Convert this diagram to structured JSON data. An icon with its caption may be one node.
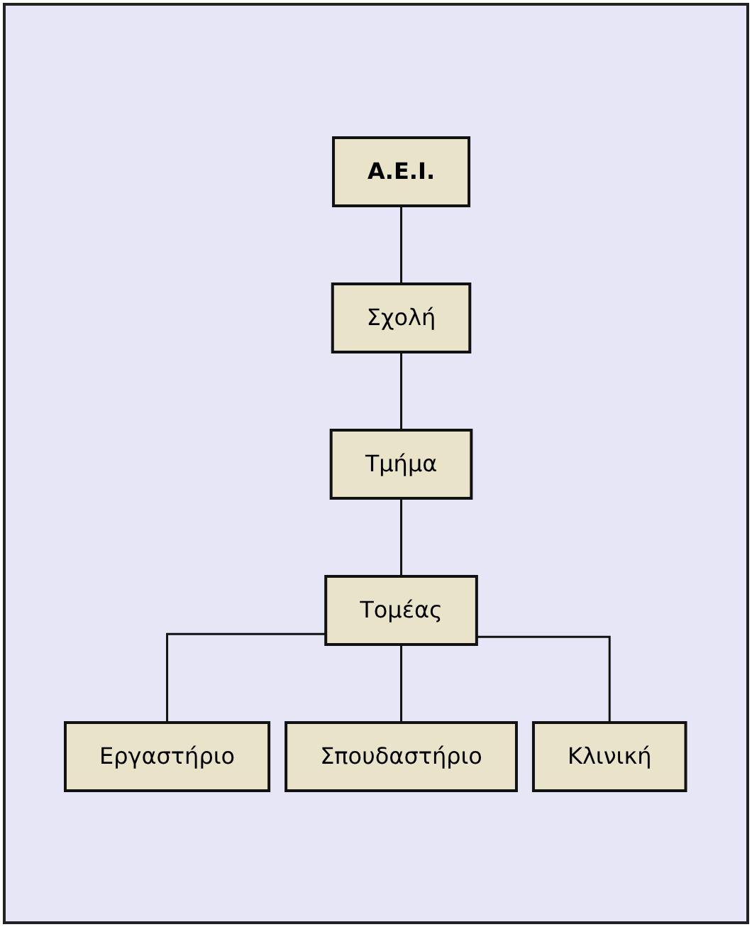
{
  "diagram": {
    "nodes": [
      {
        "text": [
          "Α.Ε.Ι."
        ]
      },
      {
        "text": [
          "Σχολή"
        ]
      },
      {
        "text": [
          "Τμήμα"
        ]
      },
      {
        "text": [
          "Τομέας"
        ]
      },
      {
        "text": [
          "Εργαστήριο"
        ]
      },
      {
        "text": [
          "Σπουδαστήριο"
        ]
      },
      {
        "text": [
          "Κλινική"
        ]
      }
    ],
    "edges": [
      {
        "from": 0,
        "to": 1,
        "arrow": "none"
      },
      {
        "from": 1,
        "to": 2,
        "arrow": "none"
      },
      {
        "from": 2,
        "to": 3,
        "arrow": "none"
      },
      {
        "from": 3,
        "to": 4,
        "arrow": "none"
      },
      {
        "from": 3,
        "to": 5,
        "arrow": "none"
      },
      {
        "from": 3,
        "to": 6,
        "arrow": "none"
      }
    ]
  }
}
